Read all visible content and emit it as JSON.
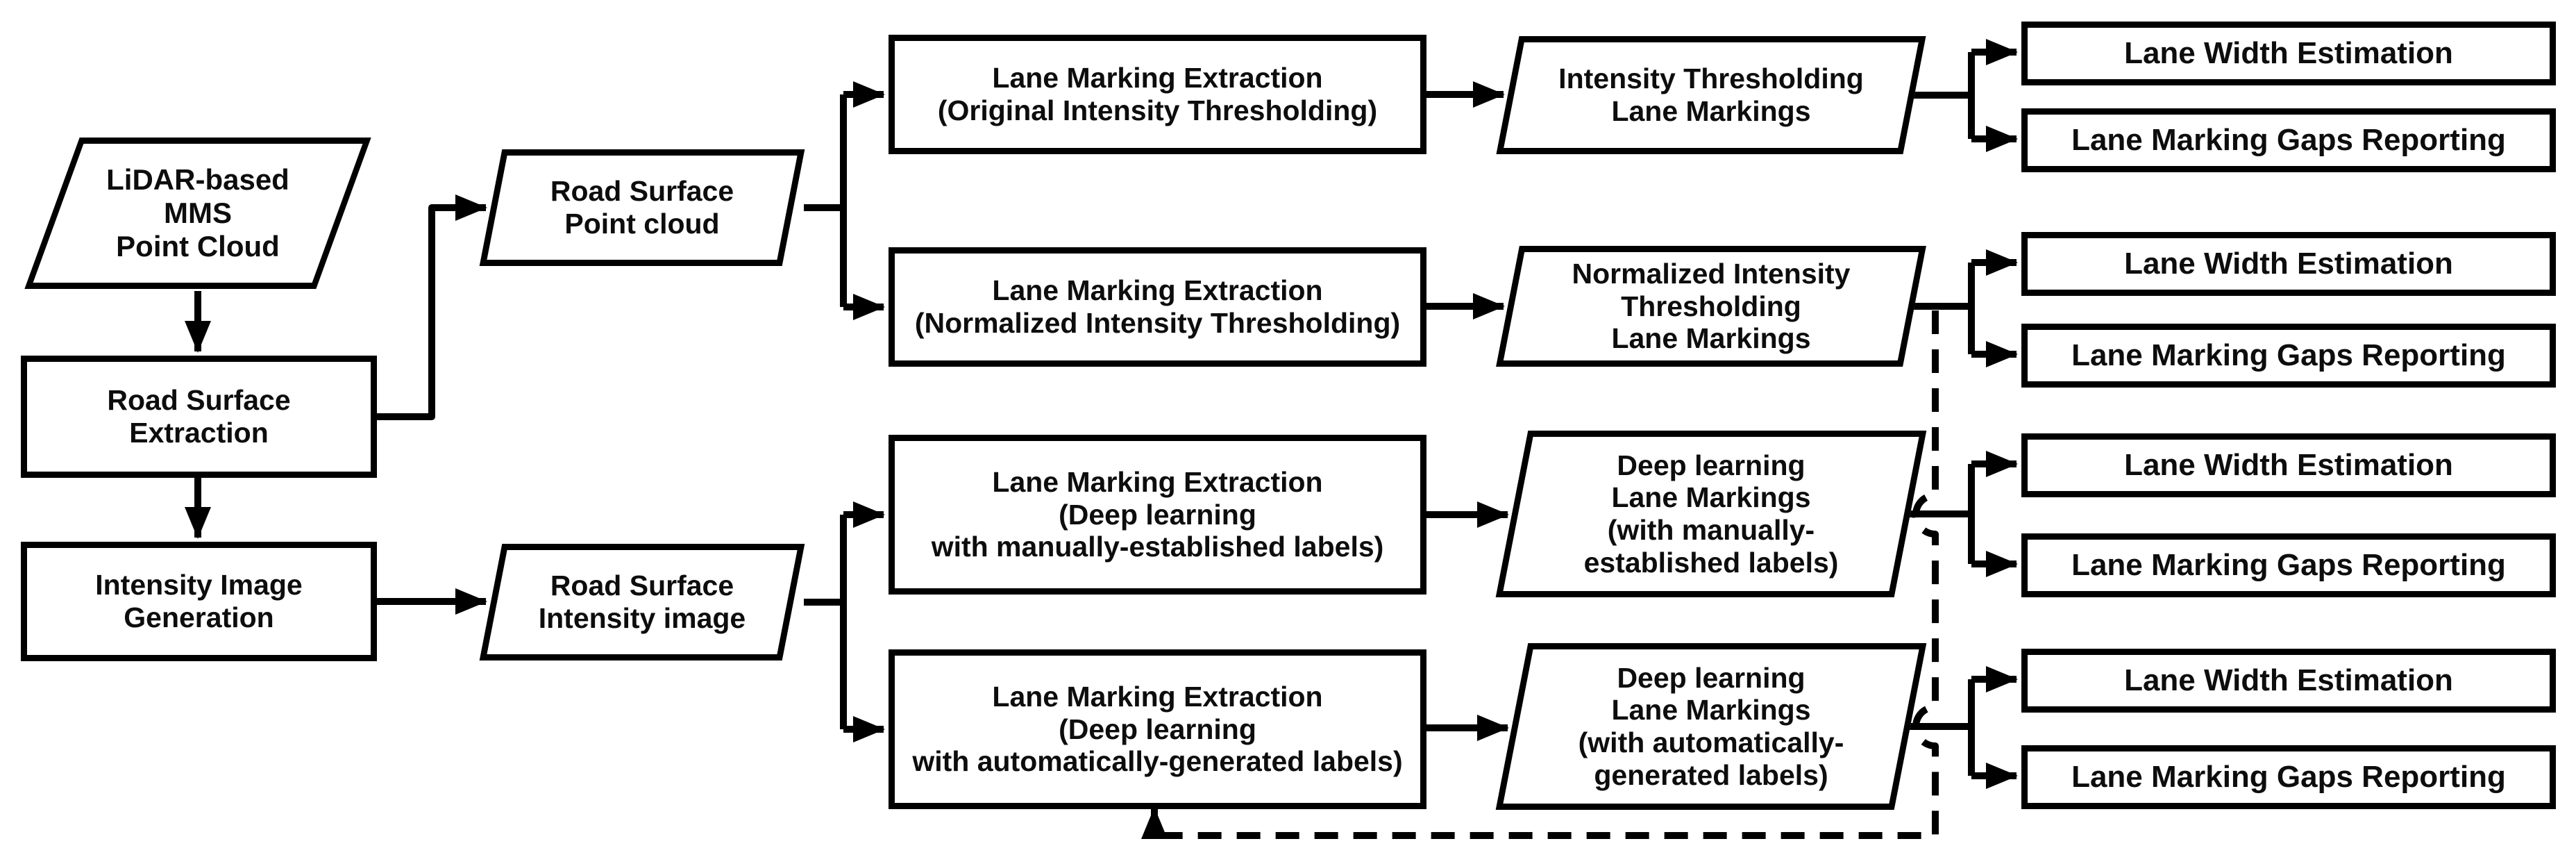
{
  "diagram_type": "flowchart",
  "colors": {
    "stroke": "#000000",
    "fill": "#ffffff",
    "text": "#0d0d0d",
    "background": "#ffffff"
  },
  "nodes": {
    "lidar_point_cloud": {
      "shape": "data-parallelogram",
      "label": "LiDAR-based\nMMS\nPoint Cloud"
    },
    "road_surface_extraction": {
      "shape": "process",
      "label": "Road Surface\nExtraction"
    },
    "intensity_image_generation": {
      "shape": "process",
      "label": "Intensity Image\nGeneration"
    },
    "road_surface_point_cloud": {
      "shape": "data-parallelogram",
      "label": "Road Surface\nPoint cloud"
    },
    "road_surface_intensity_image": {
      "shape": "data-parallelogram",
      "label": "Road Surface\nIntensity image"
    },
    "lme_original": {
      "shape": "process",
      "label": "Lane Marking Extraction\n(Original Intensity Thresholding)"
    },
    "lme_normalized": {
      "shape": "process",
      "label": "Lane Marking Extraction\n(Normalized Intensity Thresholding)"
    },
    "lme_deep_manual": {
      "shape": "process",
      "label": "Lane Marking Extraction\n(Deep learning\nwith manually-established labels)"
    },
    "lme_deep_auto": {
      "shape": "process",
      "label": "Lane Marking Extraction\n(Deep learning\nwith automatically-generated labels)"
    },
    "out_intensity_thresholding": {
      "shape": "data-parallelogram",
      "label": "Intensity Thresholding\nLane Markings"
    },
    "out_normalized_thresholding": {
      "shape": "data-parallelogram",
      "label": "Normalized Intensity\nThresholding\nLane Markings"
    },
    "out_deep_manual": {
      "shape": "data-parallelogram",
      "label": "Deep learning\nLane Markings\n(with manually-\nestablished labels)"
    },
    "out_deep_auto": {
      "shape": "data-parallelogram",
      "label": "Deep learning\nLane Markings\n(with automatically-\ngenerated labels)"
    }
  },
  "output_groups": [
    {
      "lane_width": "Lane Width Estimation",
      "gaps": "Lane Marking Gaps Reporting"
    },
    {
      "lane_width": "Lane Width Estimation",
      "gaps": "Lane Marking Gaps Reporting"
    },
    {
      "lane_width": "Lane Width Estimation",
      "gaps": "Lane Marking Gaps Reporting"
    },
    {
      "lane_width": "Lane Width Estimation",
      "gaps": "Lane Marking Gaps Reporting"
    }
  ],
  "edges": {
    "feedback": "dashed feedback from Normalized Intensity Thresholding Lane Markings to Lane Marking Extraction (Deep learning with automatically-generated labels)"
  }
}
